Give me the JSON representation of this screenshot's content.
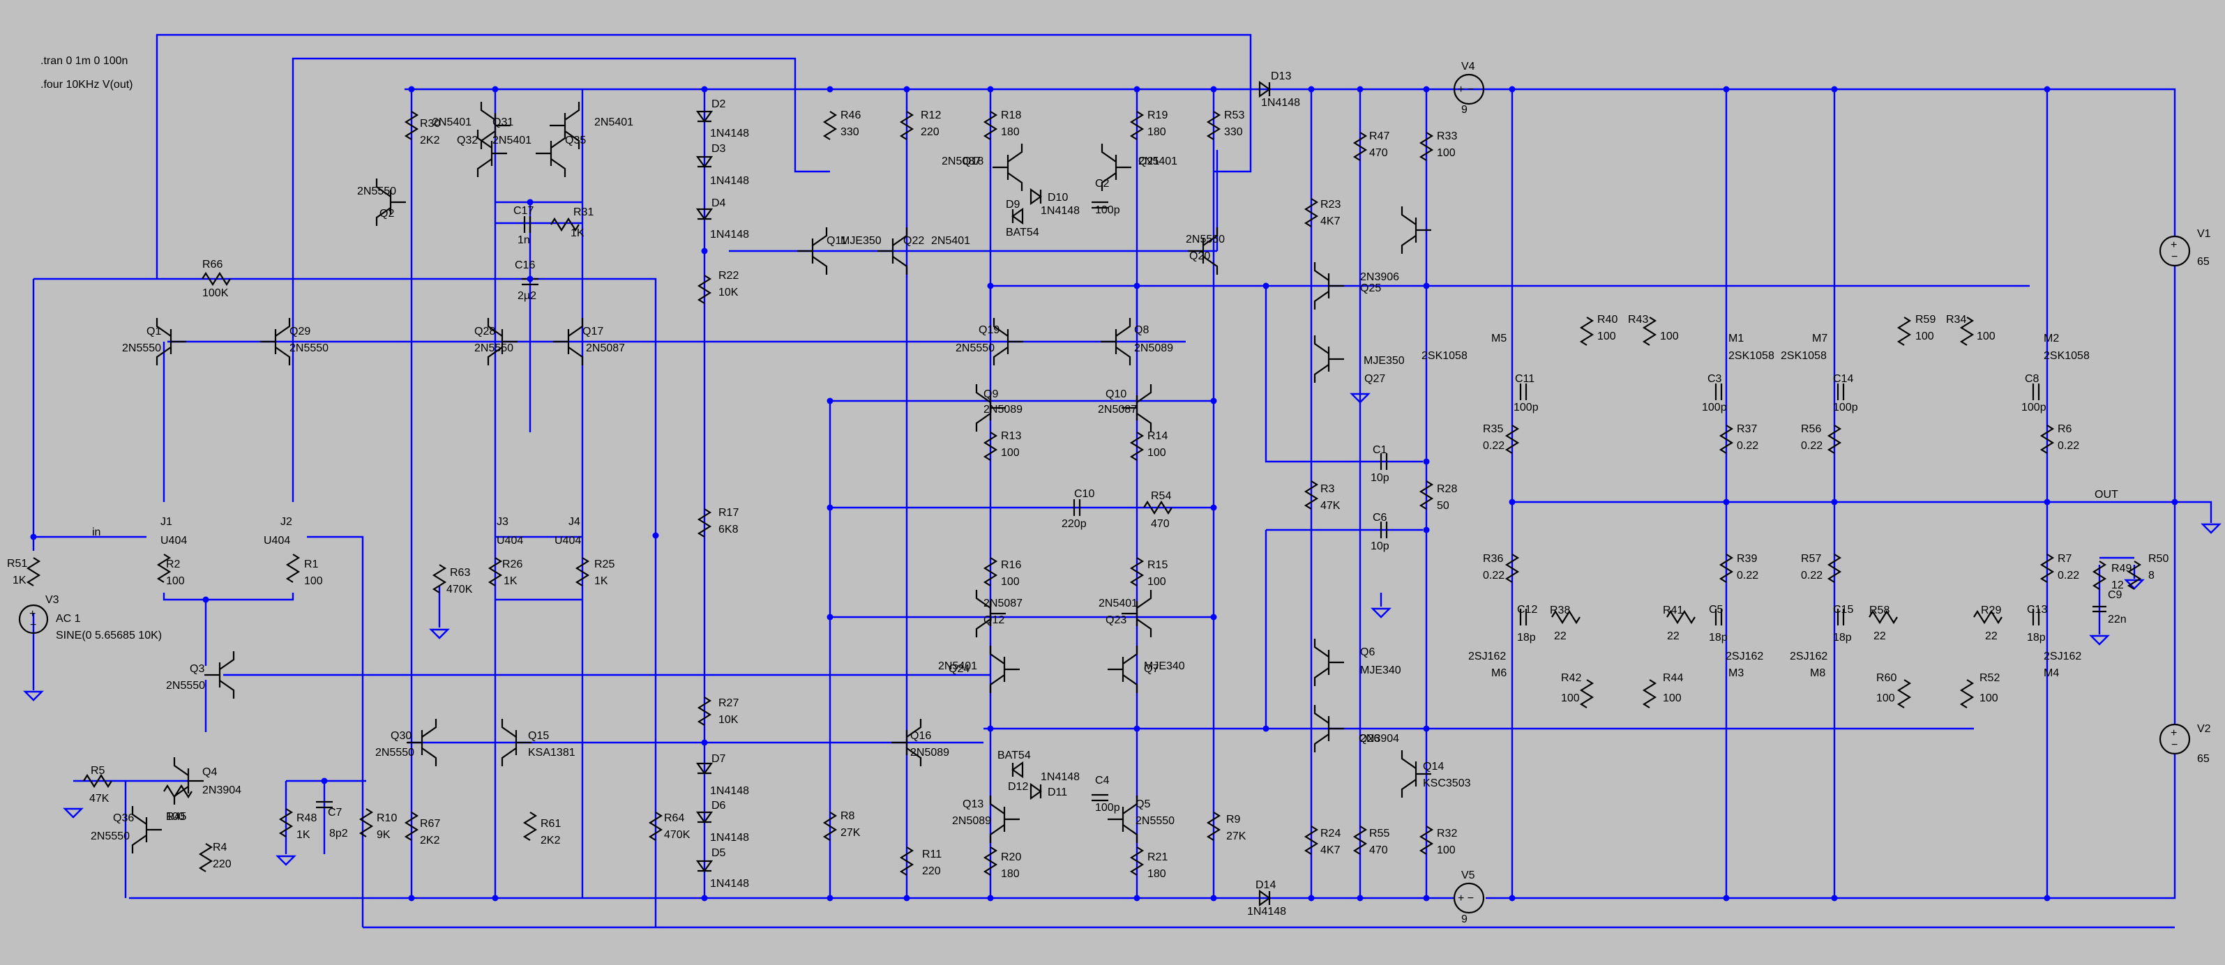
{
  "directives": [
    ".tran 0 1m 0 100n",
    ".four 10KHz V(out)"
  ],
  "nets": [
    "in",
    "OUT"
  ],
  "resistors": [
    {
      "name": "R66",
      "value": "100K"
    },
    {
      "name": "R30",
      "value": "2K2"
    },
    {
      "name": "R31",
      "value": "1K"
    },
    {
      "name": "R46",
      "value": "330"
    },
    {
      "name": "R12",
      "value": "220"
    },
    {
      "name": "R18",
      "value": "180"
    },
    {
      "name": "R19",
      "value": "180"
    },
    {
      "name": "R53",
      "value": "330"
    },
    {
      "name": "R22",
      "value": "10K"
    },
    {
      "name": "R13",
      "value": "100"
    },
    {
      "name": "R14",
      "value": "100"
    },
    {
      "name": "R54",
      "value": "470"
    },
    {
      "name": "R17",
      "value": "6K8"
    },
    {
      "name": "R16",
      "value": "100"
    },
    {
      "name": "R15",
      "value": "100"
    },
    {
      "name": "R27",
      "value": "10K"
    },
    {
      "name": "R20",
      "value": "180"
    },
    {
      "name": "R21",
      "value": "180"
    },
    {
      "name": "R8",
      "value": "27K"
    },
    {
      "name": "R11",
      "value": "220"
    },
    {
      "name": "R9",
      "value": "27K"
    },
    {
      "name": "R2",
      "value": "100"
    },
    {
      "name": "R1",
      "value": "100"
    },
    {
      "name": "R51",
      "value": "1K"
    },
    {
      "name": "R63",
      "value": "470K"
    },
    {
      "name": "R26",
      "value": "1K"
    },
    {
      "name": "R25",
      "value": "1K"
    },
    {
      "name": "R5",
      "value": "47K"
    },
    {
      "name": "R45",
      "value": "100"
    },
    {
      "name": "R4",
      "value": "220"
    },
    {
      "name": "R48",
      "value": "1K"
    },
    {
      "name": "R10",
      "value": "9K"
    },
    {
      "name": "R67",
      "value": "2K2"
    },
    {
      "name": "R61",
      "value": "2K2"
    },
    {
      "name": "R64",
      "value": "470K"
    },
    {
      "name": "R23",
      "value": "4K7"
    },
    {
      "name": "R47",
      "value": "470"
    },
    {
      "name": "R33",
      "value": "100"
    },
    {
      "name": "R3",
      "value": "47K"
    },
    {
      "name": "R28",
      "value": "50"
    },
    {
      "name": "R24",
      "value": "4K7"
    },
    {
      "name": "R55",
      "value": "470"
    },
    {
      "name": "R32",
      "value": "100"
    },
    {
      "name": "R40",
      "value": "100"
    },
    {
      "name": "R43",
      "value": "100"
    },
    {
      "name": "R59",
      "value": "100"
    },
    {
      "name": "R34",
      "value": "100"
    },
    {
      "name": "R35",
      "value": "0.22"
    },
    {
      "name": "R37",
      "value": "0.22"
    },
    {
      "name": "R56",
      "value": "0.22"
    },
    {
      "name": "R6",
      "value": "0.22"
    },
    {
      "name": "R36",
      "value": "0.22"
    },
    {
      "name": "R39",
      "value": "0.22"
    },
    {
      "name": "R57",
      "value": "0.22"
    },
    {
      "name": "R7",
      "value": "0.22"
    },
    {
      "name": "R38",
      "value": "22"
    },
    {
      "name": "R41",
      "value": "22"
    },
    {
      "name": "R58",
      "value": "22"
    },
    {
      "name": "R29",
      "value": "22"
    },
    {
      "name": "R42",
      "value": "100"
    },
    {
      "name": "R44",
      "value": "100"
    },
    {
      "name": "R60",
      "value": "100"
    },
    {
      "name": "R52",
      "value": "100"
    },
    {
      "name": "R49",
      "value": "12"
    },
    {
      "name": "R50",
      "value": "8"
    }
  ],
  "capacitors": [
    {
      "name": "C17",
      "value": "1n"
    },
    {
      "name": "C16",
      "value": "2µ2"
    },
    {
      "name": "C2",
      "value": "100p"
    },
    {
      "name": "C10",
      "value": "220p"
    },
    {
      "name": "C4",
      "value": "100p"
    },
    {
      "name": "C7",
      "value": "8p2"
    },
    {
      "name": "C1",
      "value": "10p"
    },
    {
      "name": "C6",
      "value": "10p"
    },
    {
      "name": "C11",
      "value": "100p"
    },
    {
      "name": "C3",
      "value": "100p"
    },
    {
      "name": "C14",
      "value": "100p"
    },
    {
      "name": "C8",
      "value": "100p"
    },
    {
      "name": "C12",
      "value": "18p"
    },
    {
      "name": "C5",
      "value": "18p"
    },
    {
      "name": "C15",
      "value": "18p"
    },
    {
      "name": "C13",
      "value": "18p"
    },
    {
      "name": "C9",
      "value": "22n"
    }
  ],
  "diodes": [
    {
      "name": "D2",
      "value": "1N4148"
    },
    {
      "name": "D3",
      "value": "1N4148"
    },
    {
      "name": "D4",
      "value": "1N4148"
    },
    {
      "name": "D7",
      "value": "1N4148"
    },
    {
      "name": "D6",
      "value": "1N4148"
    },
    {
      "name": "D5",
      "value": "1N4148"
    },
    {
      "name": "D9",
      "value": "BAT54"
    },
    {
      "name": "D10",
      "value": "1N4148"
    },
    {
      "name": "D12",
      "value": "BAT54"
    },
    {
      "name": "D11",
      "value": "1N4148"
    },
    {
      "name": "D13",
      "value": "1N4148"
    },
    {
      "name": "D14",
      "value": "1N4148"
    }
  ],
  "transistors": [
    {
      "name": "Q31",
      "value": "2N5401"
    },
    {
      "name": "Q32",
      "value": "2N5401"
    },
    {
      "name": "Q35",
      "value": "2N5401"
    },
    {
      "name": "Q2",
      "value": "2N5550"
    },
    {
      "name": "Q1",
      "value": "2N5550"
    },
    {
      "name": "Q29",
      "value": "2N5550"
    },
    {
      "name": "Q28",
      "value": "2N5550"
    },
    {
      "name": "Q17",
      "value": "2N5087"
    },
    {
      "name": "Q18",
      "value": "2N5087"
    },
    {
      "name": "Q21",
      "value": "2N5401"
    },
    {
      "name": "Q11",
      "value": "MJE350"
    },
    {
      "name": "Q22",
      "value": "2N5401"
    },
    {
      "name": "Q20",
      "value": "2N5550"
    },
    {
      "name": "Q19",
      "value": "2N5550"
    },
    {
      "name": "Q8",
      "value": "2N5089"
    },
    {
      "name": "Q9",
      "value": "2N5089"
    },
    {
      "name": "Q10",
      "value": "2N5087"
    },
    {
      "name": "Q12",
      "value": "2N5087"
    },
    {
      "name": "Q23",
      "value": "2N5401"
    },
    {
      "name": "Q24",
      "value": "2N5401"
    },
    {
      "name": "Q7",
      "value": "MJE340"
    },
    {
      "name": "Q16",
      "value": "2N5089"
    },
    {
      "name": "Q13",
      "value": "2N5089"
    },
    {
      "name": "Q5",
      "value": "2N5550"
    },
    {
      "name": "Q3",
      "value": "2N5550"
    },
    {
      "name": "Q4",
      "value": "2N3904"
    },
    {
      "name": "Q36",
      "value": "2N5550"
    },
    {
      "name": "Q30",
      "value": "2N5550"
    },
    {
      "name": "Q15",
      "value": "KSA1381"
    },
    {
      "name": "Q25",
      "value": "2N3906"
    },
    {
      "name": "Q27",
      "value": "MJE350"
    },
    {
      "name": "Q6",
      "value": "MJE340"
    },
    {
      "name": "Q26",
      "value": "2N3904"
    },
    {
      "name": "Q14",
      "value": "KSC3503"
    }
  ],
  "jfets": [
    {
      "name": "J1",
      "value": "U404"
    },
    {
      "name": "J2",
      "value": "U404"
    },
    {
      "name": "J3",
      "value": "U404"
    },
    {
      "name": "J4",
      "value": "U404"
    }
  ],
  "mosfets": [
    {
      "name": "M5",
      "value": "2SK1058"
    },
    {
      "name": "M1",
      "value": "2SK1058"
    },
    {
      "name": "M7",
      "value": "2SK1058"
    },
    {
      "name": "M2",
      "value": "2SK1058"
    },
    {
      "name": "M6",
      "value": "2SJ162"
    },
    {
      "name": "M3",
      "value": "2SJ162"
    },
    {
      "name": "M8",
      "value": "2SJ162"
    },
    {
      "name": "M4",
      "value": "2SJ162"
    }
  ],
  "sources": [
    {
      "name": "V4",
      "value": "9"
    },
    {
      "name": "V5",
      "value": "9"
    },
    {
      "name": "V1",
      "value": "65"
    },
    {
      "name": "V2",
      "value": "65"
    },
    {
      "name": "V3",
      "value": "AC 1",
      "value2": "SINE(0 5.65685 10K)"
    }
  ]
}
